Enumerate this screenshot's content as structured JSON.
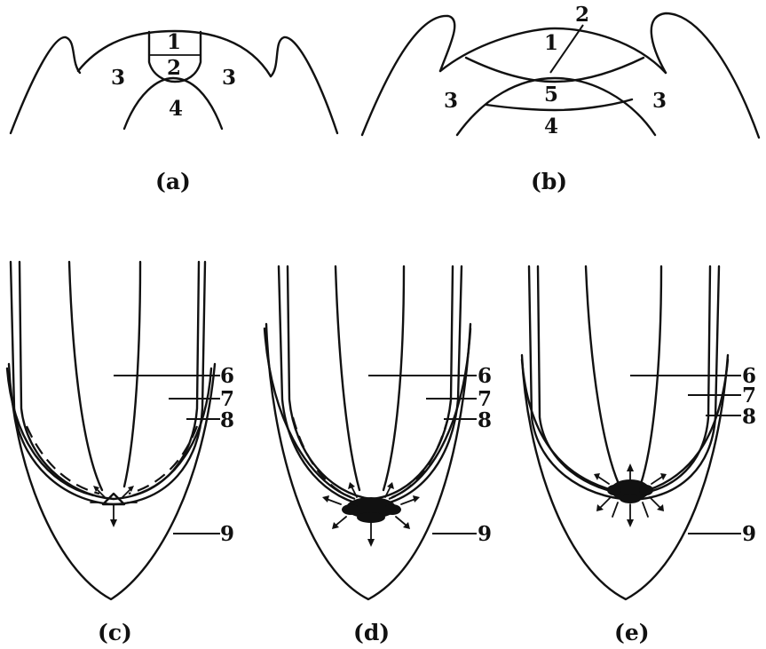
{
  "panels": {
    "a": {
      "caption": "(a)",
      "labels": {
        "l1": "1",
        "l2": "2",
        "l3_left": "3",
        "l3_right": "3",
        "l4": "4"
      }
    },
    "b": {
      "caption": "(b)",
      "labels": {
        "l1": "1",
        "l2": "2",
        "l3_left": "3",
        "l3_right": "3",
        "l4": "4",
        "l5": "5"
      }
    },
    "c": {
      "caption": "(c)",
      "labels": {
        "l6": "6",
        "l7": "7",
        "l8": "8",
        "l9": "9"
      }
    },
    "d": {
      "caption": "(d)",
      "labels": {
        "l6": "6",
        "l7": "7",
        "l8": "8",
        "l9": "9"
      }
    },
    "e": {
      "caption": "(e)",
      "labels": {
        "l6": "6",
        "l7": "7",
        "l8": "8",
        "l9": "9"
      }
    }
  }
}
